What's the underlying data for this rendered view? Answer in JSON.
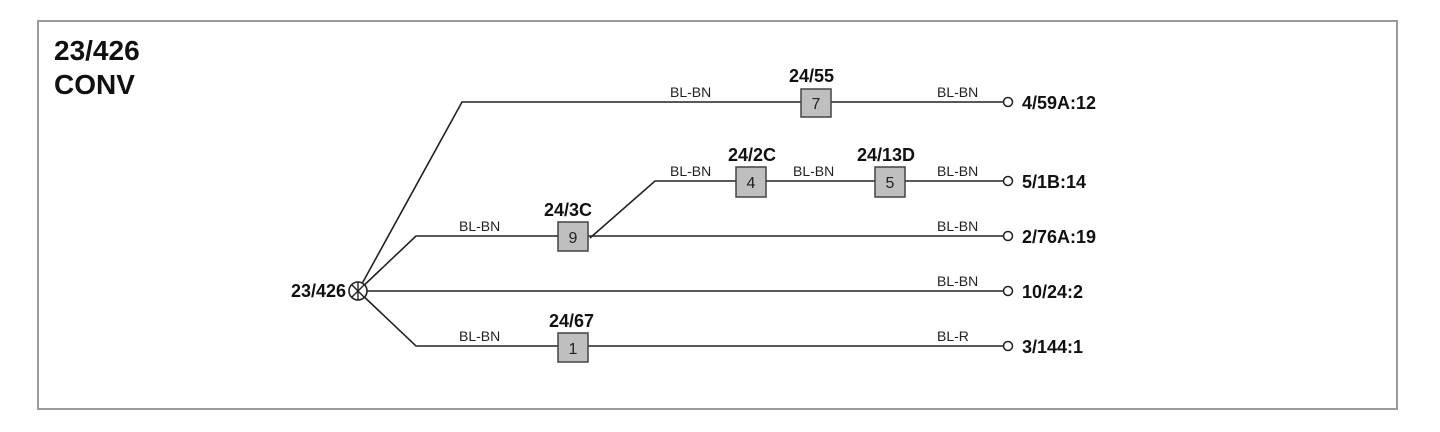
{
  "title": {
    "line1": "23/426",
    "line2": "CONV"
  },
  "splice": {
    "label": "23/426"
  },
  "wires": {
    "w1_left": "BL-BN",
    "w1_right": "BL-BN",
    "w2_a": "BL-BN",
    "w2_b": "BL-BN",
    "w2_c": "BL-BN",
    "w3_left": "BL-BN",
    "w3_right": "BL-BN",
    "w4": "BL-BN",
    "w5_left": "BL-BN",
    "w5_right": "BL-R"
  },
  "connectors": {
    "c1": {
      "code": "24/55",
      "number": "7"
    },
    "c2": {
      "code": "24/2C",
      "number": "4"
    },
    "c3": {
      "code": "24/13D",
      "number": "5"
    },
    "c4": {
      "code": "24/3C",
      "number": "9"
    },
    "c5": {
      "code": "24/67",
      "number": "1"
    }
  },
  "terminals": {
    "t1": "4/59A:12",
    "t2": "5/1B:14",
    "t3": "2/76A:19",
    "t4": "10/24:2",
    "t5": "3/144:1"
  },
  "colors": {
    "box_fill": "#bfbfbf",
    "line": "#222222",
    "frame": "#9a9a9a"
  }
}
